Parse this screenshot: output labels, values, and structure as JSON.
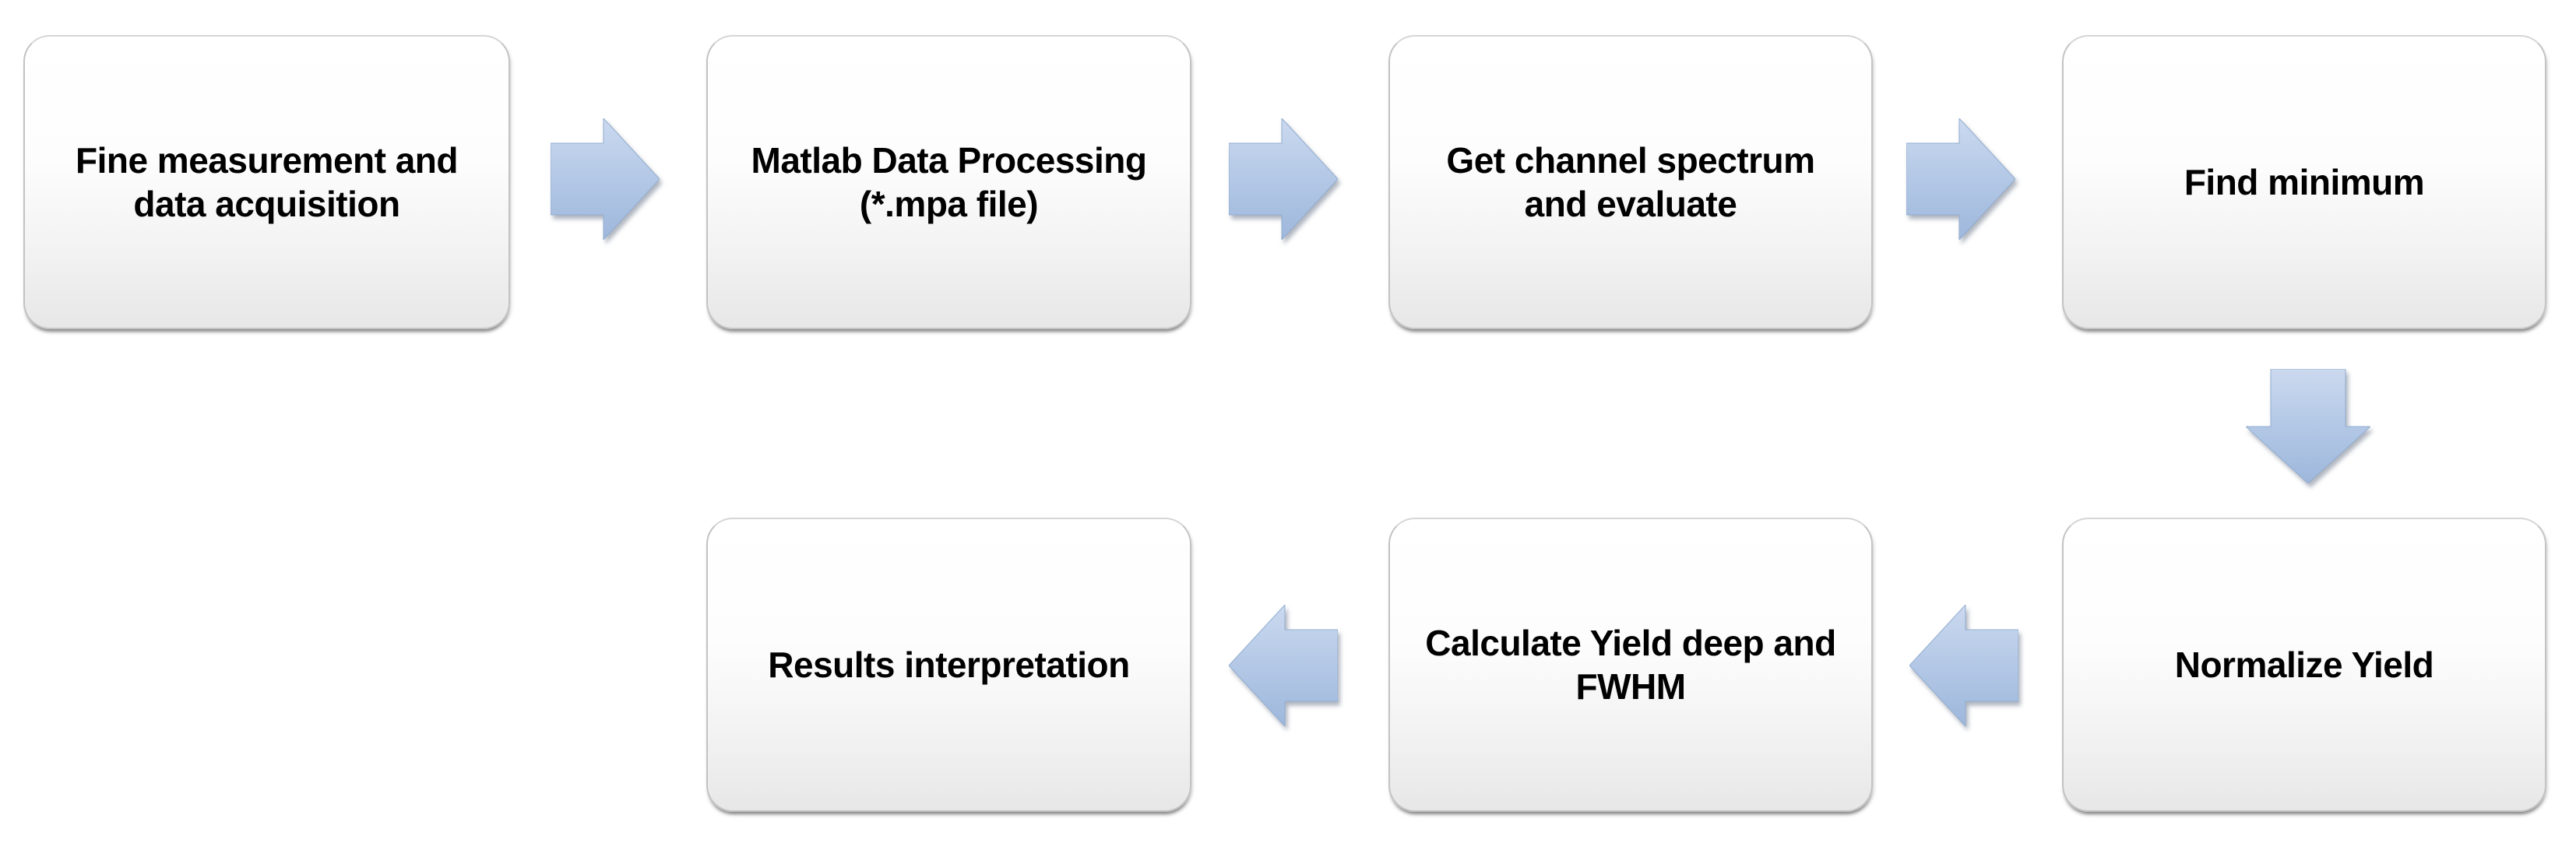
{
  "flowchart": {
    "boxes": [
      {
        "id": "fine-measurement",
        "step": 1,
        "row": 1,
        "lines": [
          "Fine measurement and",
          "data acquisition"
        ],
        "text": "Fine measurement and data acquisition"
      },
      {
        "id": "matlab-processing",
        "step": 2,
        "row": 1,
        "lines": [
          "Matlab Data Processing",
          "(*.mpa file)"
        ],
        "text": "Matlab Data Processing (*.mpa file)"
      },
      {
        "id": "channel-spectrum",
        "step": 3,
        "row": 1,
        "lines": [
          "Get channel spectrum",
          "and evaluate"
        ],
        "text": "Get channel spectrum and evaluate"
      },
      {
        "id": "find-minimum",
        "step": 4,
        "row": 1,
        "lines": [
          "Find minimum"
        ],
        "text": "Find minimum"
      },
      {
        "id": "normalize-yield",
        "step": 5,
        "row": 2,
        "lines": [
          "Normalize Yield"
        ],
        "text": "Normalize Yield"
      },
      {
        "id": "calculate-yield",
        "step": 6,
        "row": 2,
        "lines": [
          "Calculate Yield deep and",
          "FWHM"
        ],
        "text": "Calculate Yield deep and FWHM"
      },
      {
        "id": "results-interpretation",
        "step": 7,
        "row": 2,
        "lines": [
          "Results interpretation"
        ],
        "text": "Results interpretation"
      }
    ],
    "arrows": [
      {
        "id": "arrow-1",
        "icon": "right-arrow",
        "direction": "right",
        "from": "fine-measurement",
        "to": "matlab-processing"
      },
      {
        "id": "arrow-2",
        "icon": "right-arrow",
        "direction": "right",
        "from": "matlab-processing",
        "to": "channel-spectrum"
      },
      {
        "id": "arrow-3",
        "icon": "right-arrow",
        "direction": "right",
        "from": "channel-spectrum",
        "to": "find-minimum"
      },
      {
        "id": "arrow-4",
        "icon": "down-arrow",
        "direction": "down",
        "from": "find-minimum",
        "to": "normalize-yield"
      },
      {
        "id": "arrow-5",
        "icon": "left-arrow",
        "direction": "left",
        "from": "normalize-yield",
        "to": "calculate-yield"
      },
      {
        "id": "arrow-6",
        "icon": "left-arrow",
        "direction": "left",
        "from": "calculate-yield",
        "to": "results-interpretation"
      }
    ],
    "style": {
      "background": "#ffffff",
      "box_fill_top": "#ffffff",
      "box_fill_bottom": "#e7e7e7",
      "box_border": "#c3c3c3",
      "text_color": "#000000",
      "arrow_fill_top": "#cbd9ef",
      "arrow_fill_bottom": "#9db7db",
      "arrow_stroke": "#93adcf"
    }
  }
}
